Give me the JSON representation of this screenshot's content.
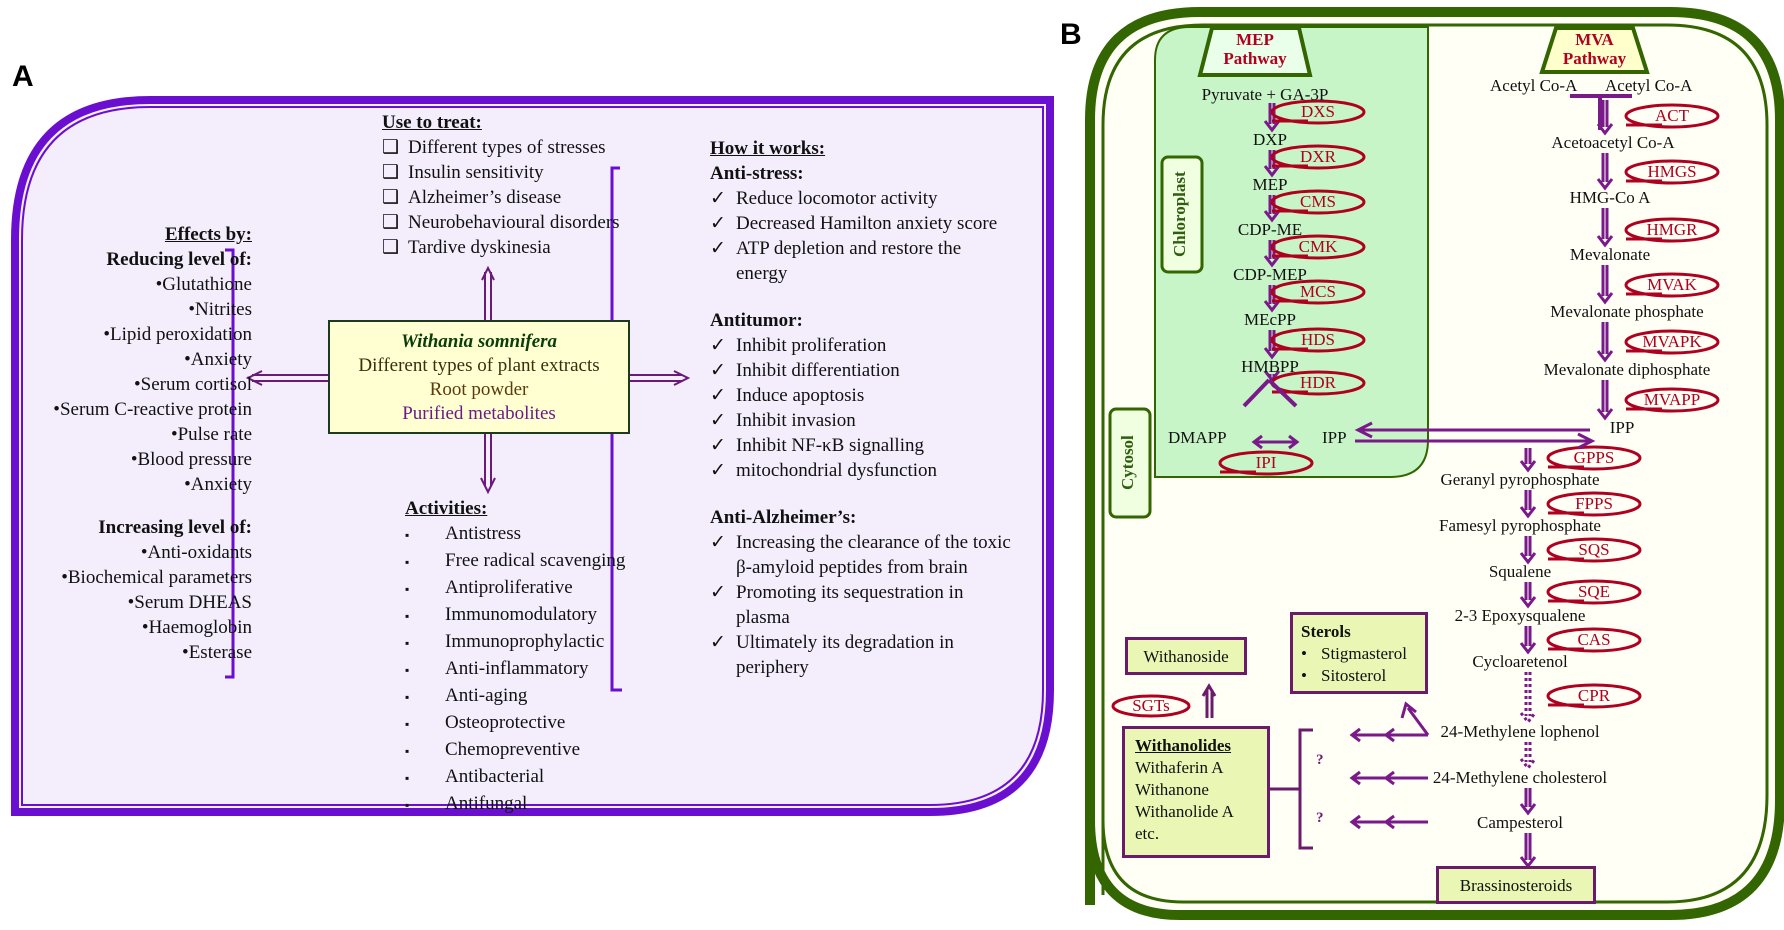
{
  "panels": {
    "a": {
      "letter": "A",
      "use_to_treat": {
        "heading": "Use to treat:",
        "items": [
          "Different types of stresses",
          "Insulin sensitivity",
          "Alzheimer’s disease",
          "Neurobehavioural disorders",
          "Tardive dyskinesia"
        ],
        "bullet_icon": "❑"
      },
      "effects": {
        "heading": "Effects by:",
        "reducing_heading": "Reducing level of:",
        "reducing": [
          "•Glutathione",
          "•Nitrites",
          "•Lipid peroxidation",
          "•Anxiety",
          "•Serum cortisol",
          "•Serum C-reactive protein",
          "•Pulse rate",
          "•Blood pressure",
          "•Anxiety"
        ],
        "increasing_heading": "Increasing level of:",
        "increasing": [
          "•Anti-oxidants",
          "•Biochemical parameters",
          "•Serum DHEAS",
          "•Haemoglobin",
          "•Esterase"
        ]
      },
      "center": {
        "title": "Withania somnifera",
        "line1": "Different types of plant extracts",
        "line2": "Root powder",
        "line3": "Purified metabolites"
      },
      "activities": {
        "heading": "Activities:",
        "bullet_icon": "▪",
        "items": [
          "Antistress",
          "Free radical scavenging",
          "Antiproliferative",
          "Immunomodulatory",
          "Immunoprophylactic",
          "Anti-inflammatory",
          "Anti-aging",
          "Osteoprotective",
          "Chemopreventive",
          "Antibacterial",
          "Antifungal"
        ]
      },
      "how_it_works": {
        "heading": "How it works:",
        "check_icon": "✓",
        "sections": [
          {
            "title": "Anti-stress:",
            "items": [
              "Reduce locomotor activity",
              "Decreased Hamilton anxiety score",
              "ATP depletion and restore the",
              "energy"
            ]
          },
          {
            "title": "Antitumor:",
            "items": [
              "Inhibit proliferation",
              "Inhibit differentiation",
              "Induce apoptosis",
              "Inhibit invasion",
              "Inhibit NF-κB signalling",
              "mitochondrial dysfunction"
            ]
          },
          {
            "title": "Anti-Alzheimer’s:",
            "items": [
              "Increasing the clearance of the toxic",
              "β-amyloid peptides from brain",
              "Promoting its sequestration in",
              "plasma",
              "Ultimately its degradation in",
              "periphery"
            ]
          }
        ]
      }
    },
    "b": {
      "letter": "B",
      "mep": {
        "label_line1": "MEP",
        "label_line2": "Pathway",
        "compartment": "Chloroplast",
        "start": "Pyruvate + GA-3P",
        "metabolites": [
          "DXP",
          "MEP",
          "CDP-ME",
          "CDP-MEP",
          "MEcPP",
          "HMBPP"
        ],
        "enzymes": [
          "DXS",
          "DXR",
          "CMS",
          "CMK",
          "MCS",
          "HDS",
          "HDR"
        ],
        "dmapp": "DMAPP",
        "ipp": "IPP",
        "isomerase": "IPI"
      },
      "mva": {
        "label_line1": "MVA",
        "label_line2": "Pathway",
        "compartment": "Cytosol",
        "substrate_a": "Acetyl Co-A",
        "substrate_b": "Acetyl Co-A",
        "metabolites": [
          "Acetoacetyl Co-A",
          "HMG-Co A",
          "Mevalonate",
          "Mevalonate phosphate",
          "Mevalonate diphosphate",
          "IPP"
        ],
        "enzymes": [
          "ACT",
          "HMGS",
          "HMGR",
          "MVAK",
          "MVAPK",
          "MVAPP"
        ]
      },
      "downstream": {
        "metabolites": [
          "Geranyl pyrophosphate",
          "Famesyl pyrophosphate",
          "Squalene",
          "2-3 Epoxysqualene",
          "Cycloaretenol",
          "24-Methylene lophenol",
          "24-Methylene cholesterol",
          "Campesterol"
        ],
        "enzymes": [
          "GPPS",
          "FPPS",
          "SQS",
          "SQE",
          "CAS",
          "CPR"
        ],
        "brassinosteroids": "Brassinosteroids"
      },
      "sterols": {
        "title": "Sterols",
        "items": [
          "Stigmasterol",
          "Sitosterol"
        ],
        "bullet": "•"
      },
      "withanoside": "Withanoside",
      "sgts": "SGTs",
      "withanolides": {
        "title": "Withanolides",
        "items": [
          "Withaferin A",
          "Withanone",
          "Withanolide A",
          "etc."
        ]
      },
      "unknown_marks": [
        "?",
        "?"
      ]
    }
  },
  "colors": {
    "panel_a_border": "#6a0fd0",
    "panel_a_bg": "#f3edfc",
    "center_box_bg": "#ffffd2",
    "arrow_purple": "#6a1b7a",
    "cell_wall_green": "#336600",
    "chloroplast_bg": "#c8f5c8",
    "cytosol_bg": "#fffff5",
    "enzyme_red": "#b00020",
    "product_box_bg": "#eaf6b4"
  }
}
